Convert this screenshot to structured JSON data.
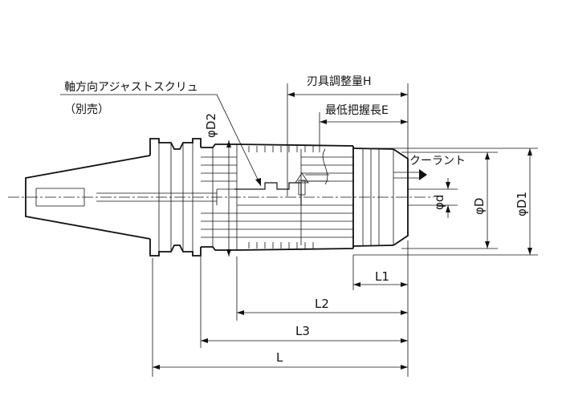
{
  "labels": {
    "axial_screw": "軸方向アジャストスクリュ",
    "sold_separately": "（別売）",
    "tool_adjust": "刃具調整量H",
    "min_grip": "最低把握長E",
    "coolant": "クーラント",
    "phi_D2": "φD2",
    "phi_d": "φd",
    "phi_D": "φD",
    "phi_D1": "φD1",
    "L1": "L1",
    "L2": "L2",
    "L3": "L3",
    "L": "L"
  }
}
